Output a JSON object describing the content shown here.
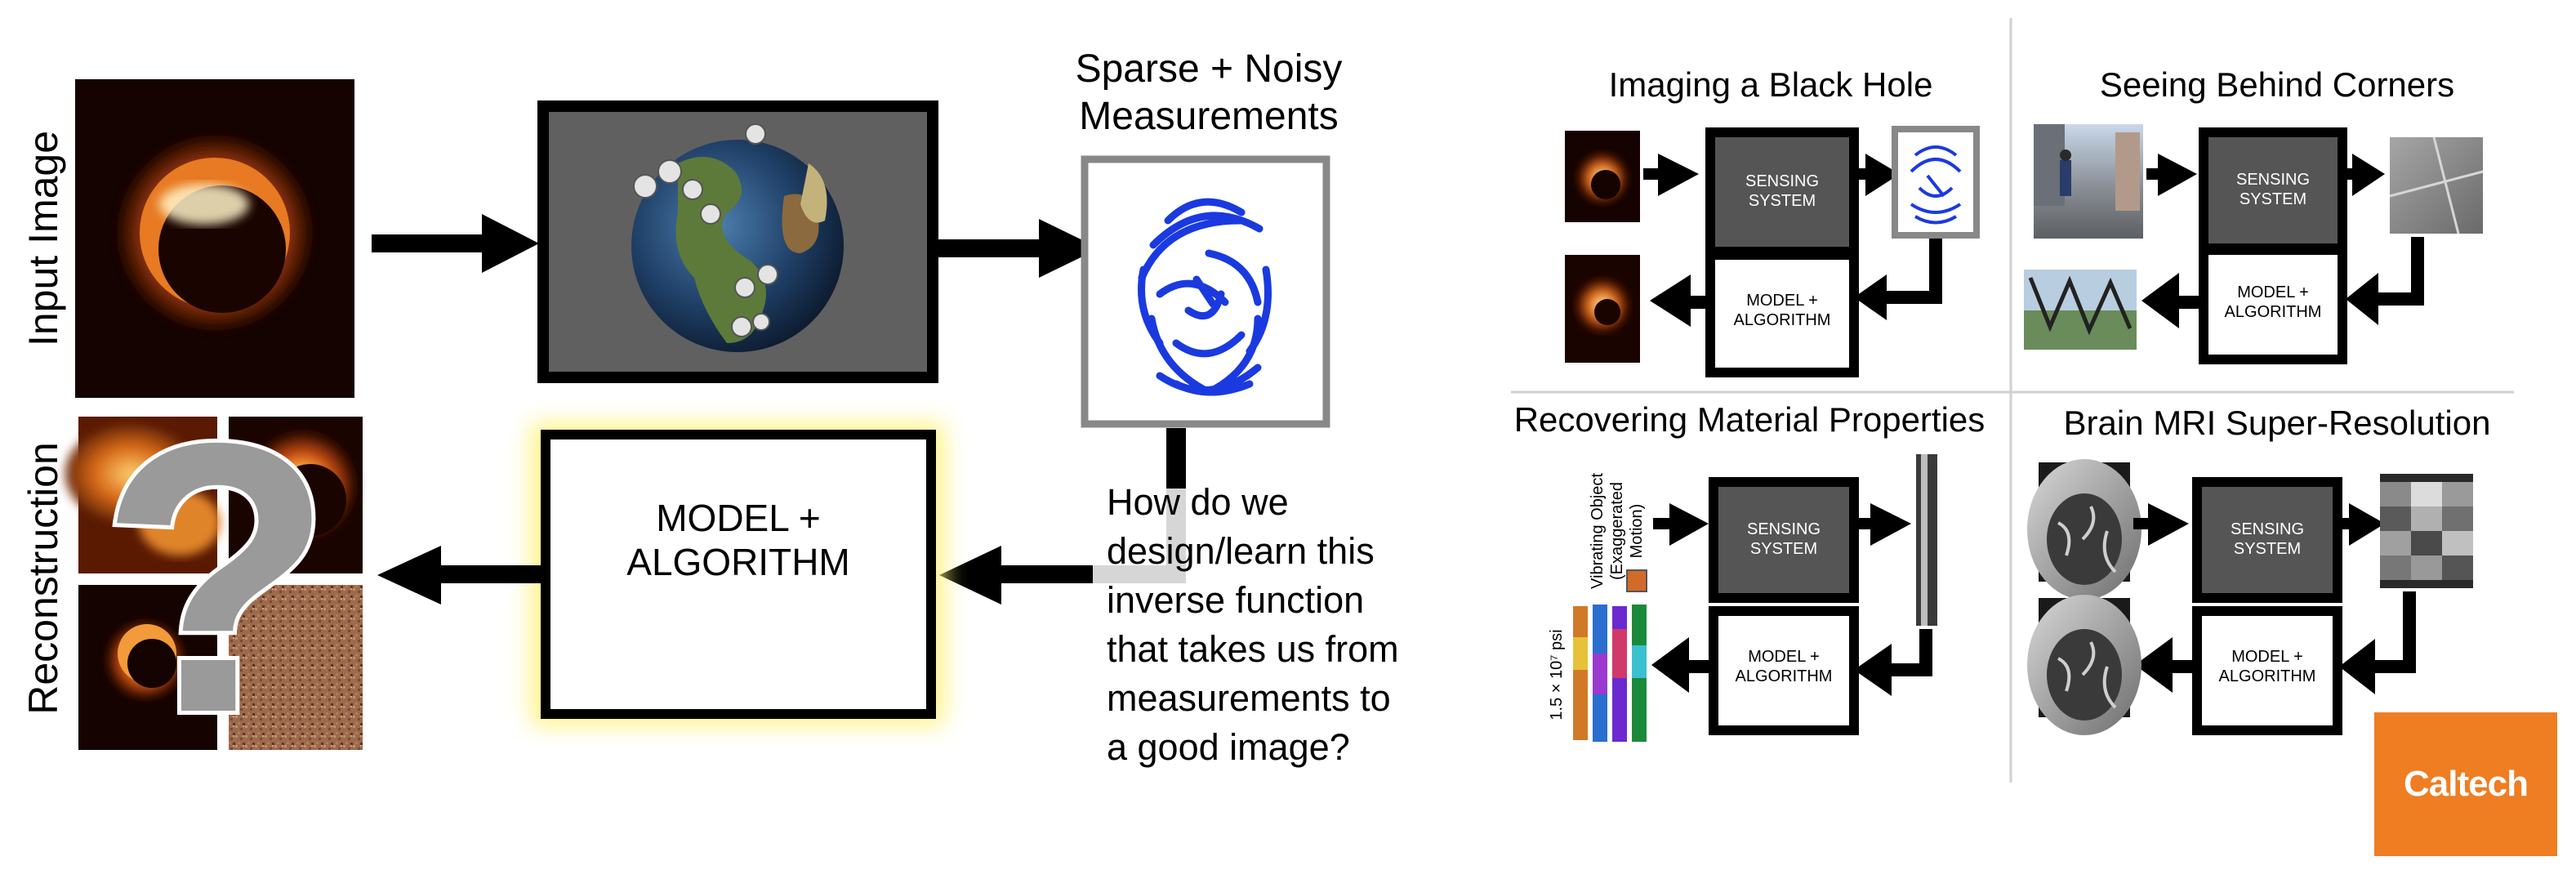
{
  "main_pipeline": {
    "input_label": "Input Image",
    "reconstruction_label": "Reconstruction",
    "measurements_title_line1": "Sparse + Noisy",
    "measurements_title_line2": "Measurements",
    "model_line1": "MODEL +",
    "model_line2": "ALGORITHM",
    "question_lines": [
      "How do we",
      "design/learn this",
      "inverse function",
      "that takes us from",
      "measurements to",
      "a good image?"
    ],
    "question_mark": "?"
  },
  "applications": {
    "black_hole": {
      "title": "Imaging a Black Hole",
      "sensing": [
        "SENSING",
        "SYSTEM"
      ],
      "model": [
        "MODEL +",
        "ALGORITHM"
      ]
    },
    "corners": {
      "title": "Seeing Behind Corners",
      "sensing": [
        "SENSING",
        "SYSTEM"
      ],
      "model": [
        "MODEL +",
        "ALGORITHM"
      ]
    },
    "material": {
      "title": "Recovering Material Properties",
      "sensing": [
        "SENSING",
        "SYSTEM"
      ],
      "model": [
        "MODEL +",
        "ALGORITHM"
      ],
      "object_label_1": "Vibrating Object",
      "object_label_2": "(Exaggerated",
      "object_label_3": "Motion)",
      "scale_label": "1.5 × 10⁷ psi"
    },
    "mri": {
      "title": "Brain MRI Super-Resolution",
      "sensing": [
        "SENSING",
        "SYSTEM"
      ],
      "model": [
        "MODEL +",
        "ALGORITHM"
      ]
    }
  },
  "logo": {
    "text": "Caltech",
    "color": "#ef7d22"
  },
  "colors": {
    "measurement_blue": "#1a3ae0",
    "sensing_gray": "#555555",
    "glow_yellow": "#fff27a"
  }
}
